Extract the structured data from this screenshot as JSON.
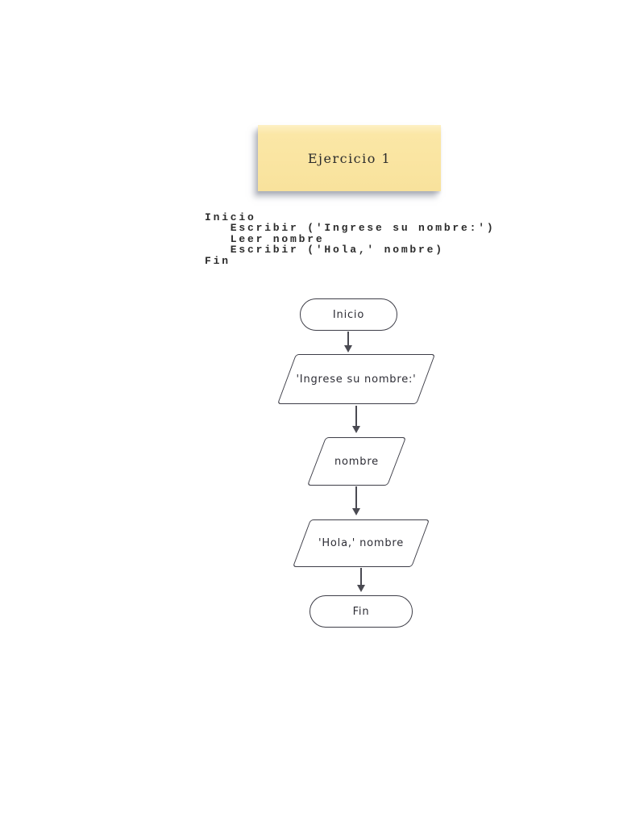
{
  "colors": {
    "page-bg": "#ffffff",
    "note-bg": "#fbe7a6",
    "note-bg-top": "#fdf0c4",
    "note-bg-bottom": "#f8e29c",
    "title-ink": "#2b2b2b",
    "code-ink": "#2b2b2b",
    "stroke": "#3e3e48",
    "arrow": "#4a4a52",
    "label-ink": "#2d2d35"
  },
  "note": {
    "title": "Ejercicio 1"
  },
  "pseudocode": {
    "lines": [
      "Inicio",
      "   Escribir ('Ingrese su nombre:')",
      "   Leer nombre",
      "   Escribir ('Hola,' nombre)",
      "Fin"
    ]
  },
  "flowchart": {
    "nodes": [
      {
        "id": "start",
        "type": "terminator",
        "label": "Inicio"
      },
      {
        "id": "prompt",
        "type": "io-parallelogram",
        "label": "'Ingrese su nombre:'"
      },
      {
        "id": "read",
        "type": "io-parallelogram",
        "label": "nombre"
      },
      {
        "id": "greet",
        "type": "io-parallelogram",
        "label": "'Hola,' nombre"
      },
      {
        "id": "end",
        "type": "terminator",
        "label": "Fin"
      }
    ]
  }
}
